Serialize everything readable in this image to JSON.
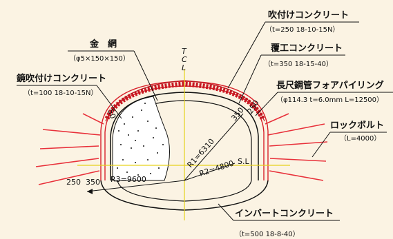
{
  "labels": {
    "shotcrete": "吹付けコンクリート",
    "shotcrete_spec": "（t=250 18-10-15N）",
    "lining": "覆工コンクリート",
    "lining_spec": "（t=350 18-15-40）",
    "steel_pipe": "長尺鋼管フォアパイリング",
    "steel_pipe_spec": "（φ114.3  t=6.0mm L=12500）",
    "rock_bolt": "ロックボルト",
    "rock_bolt_spec": "（L=4000）",
    "invert": "インバートコンクリート",
    "invert_spec": "（t=500 18-8-40）",
    "mesh": "金　網",
    "mesh_spec": "（φ5×150×150）",
    "face_shotcrete": "鏡吹付けコンクリート",
    "face_shotcrete_spec": "（t=100 18-10-15N）",
    "tcl_t": "T",
    "tcl_c": "C",
    "tcl_l": "L",
    "sl": "S.L",
    "r1": "R1=6310",
    "r2": "R2=4800",
    "r3": "R3=9600",
    "dim_250": "250",
    "dim_350": "350",
    "dim_350_top": "350",
    "dim_250_top": "250",
    "dim_50": "50"
  },
  "colors": {
    "background": "#fbf3e3",
    "lining_red": "#d8202a",
    "rock_bolt_red": "#e8303a",
    "center_line": "#e6d21a",
    "outline": "#111111"
  }
}
